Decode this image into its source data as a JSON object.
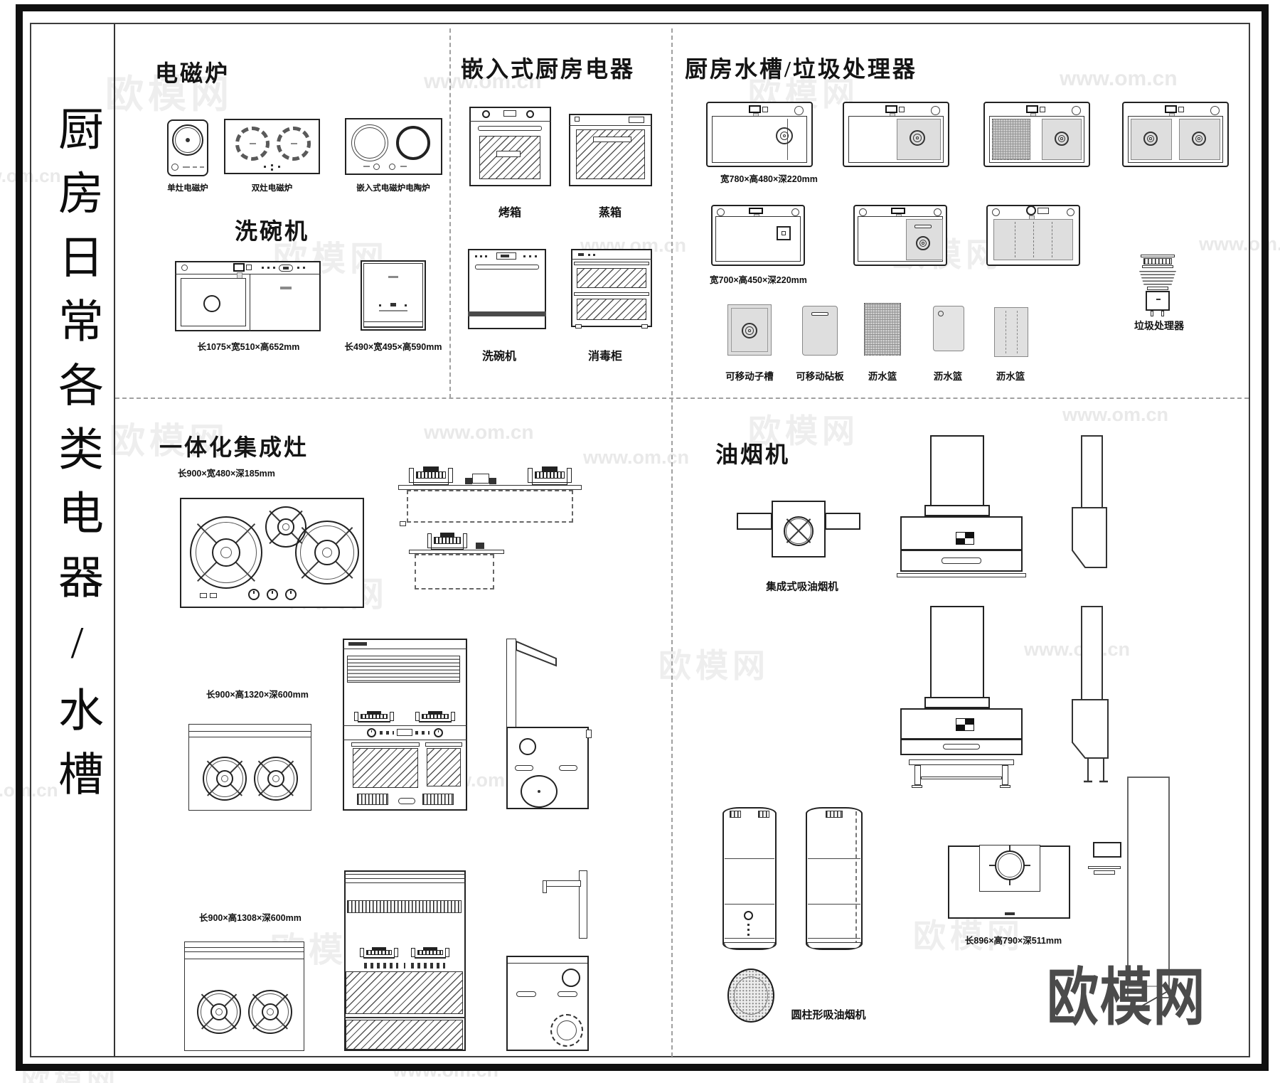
{
  "frame": {
    "side_title": "厨房日常各类电器/水槽"
  },
  "watermarks": {
    "url": "www.om.cn",
    "brand": "欧模网",
    "corner_logo": "欧模网"
  },
  "sections": {
    "induction": {
      "title": "电磁炉",
      "items": [
        {
          "label": "单灶电磁炉"
        },
        {
          "label": "双灶电磁炉"
        },
        {
          "label": "嵌入式电磁炉电陶炉"
        }
      ]
    },
    "dishwasher": {
      "title": "洗碗机",
      "items": [
        {
          "dim": "长1075×宽510×高652mm"
        },
        {
          "dim": "长490×宽495×高590mm"
        }
      ]
    },
    "builtin": {
      "title": "嵌入式厨房电器",
      "items": [
        {
          "label": "烤箱"
        },
        {
          "label": "蒸箱"
        },
        {
          "label": "洗碗机"
        },
        {
          "label": "消毒柜"
        }
      ]
    },
    "sinks": {
      "title": "厨房水槽/垃圾处理器",
      "dim_row1": "宽780×高480×深220mm",
      "dim_row2": "宽700×高450×深220mm",
      "disposal_label": "垃圾处理器",
      "accessories": [
        {
          "label": "可移动子槽"
        },
        {
          "label": "可移动砧板"
        },
        {
          "label": "沥水篮"
        },
        {
          "label": "沥水篮"
        },
        {
          "label": "沥水篮"
        }
      ]
    },
    "stove": {
      "title": "一体化集成灶",
      "dim1": "长900×宽480×深185mm",
      "dim2": "长900×高1320×深600mm",
      "dim3": "长900×高1308×深600mm"
    },
    "hoods": {
      "title": "油烟机",
      "integrated_label": "集成式吸油烟机",
      "cylindrical_label": "圆柱形吸油烟机",
      "dim": "长896×高790×深511mm"
    }
  }
}
